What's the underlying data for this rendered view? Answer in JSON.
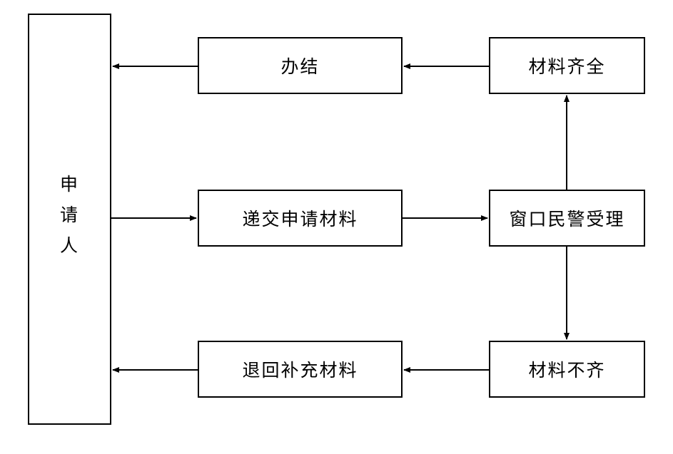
{
  "applicant": {
    "chars": [
      "申",
      "请",
      "人"
    ]
  },
  "nodes": {
    "banjie": "办结",
    "materials_complete": "材料齐全",
    "submit_materials": "递交申请材料",
    "window_police": "窗口民警受理",
    "return_supplement": "退回补充材料",
    "materials_incomplete": "材料不齐"
  },
  "colors": {
    "stroke": "#000000",
    "background": "#ffffff"
  }
}
